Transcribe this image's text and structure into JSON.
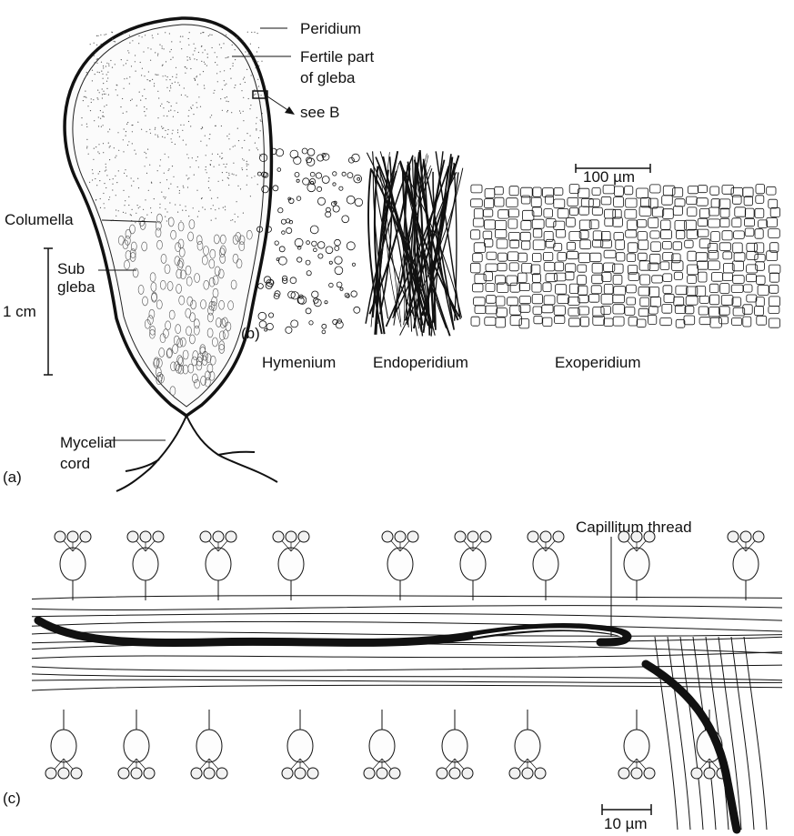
{
  "panel_a": {
    "tag": "(a)",
    "labels": {
      "peridium": "Peridium",
      "fertile_line1": "Fertile part",
      "fertile_line2": "of gleba",
      "see_b": "see B",
      "columella": "Columella",
      "subgleba_line1": "Sub",
      "subgleba_line2": "gleba",
      "scale": "1 cm",
      "mycelial_line1": "Mycelial",
      "mycelial_line2": "cord"
    }
  },
  "panel_b": {
    "tag": "(b)",
    "scale": "100 µm",
    "layers": {
      "hymenium": "Hymenium",
      "endoperidium": "Endoperidium",
      "exoperidium": "Exoperidium"
    }
  },
  "panel_c": {
    "tag": "(c)",
    "capillitium": "Capillitum thread",
    "scale": "10 µm"
  },
  "colors": {
    "ink": "#111111",
    "paper": "#ffffff",
    "stipple": "#555555"
  }
}
